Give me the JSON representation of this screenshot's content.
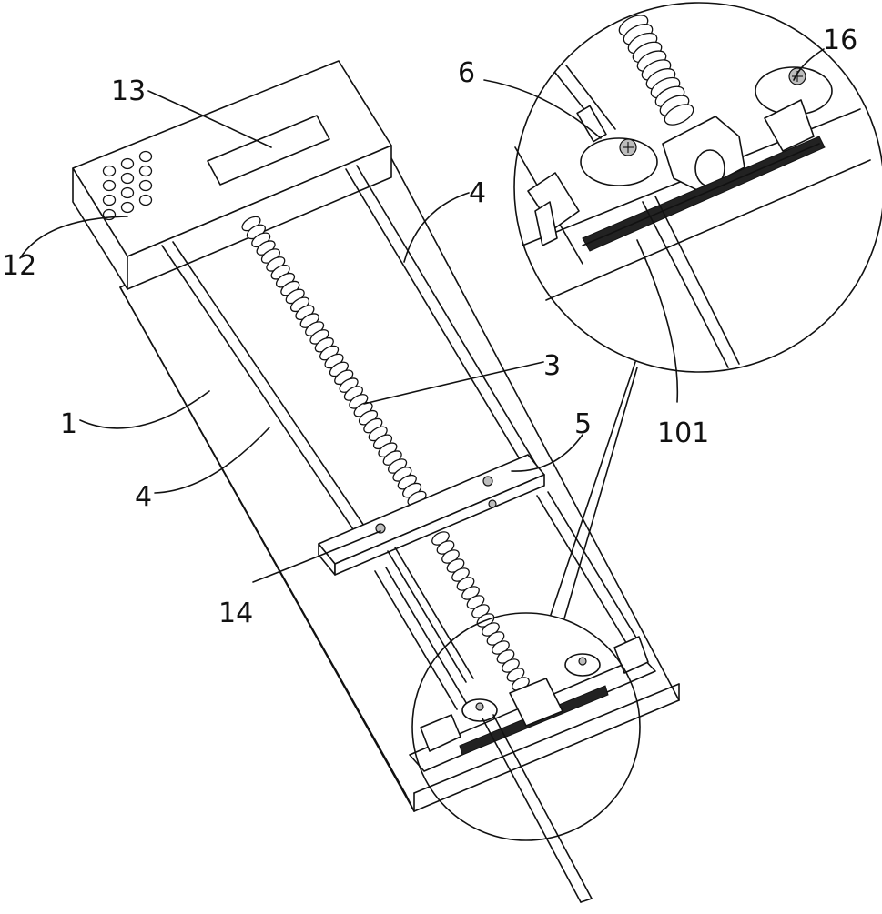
{
  "labels": {
    "l1": "1",
    "l3": "3",
    "l4a": "4",
    "l4b": "4",
    "l5": "5",
    "l6": "6",
    "l12": "12",
    "l13": "13",
    "l14": "14",
    "l16": "16",
    "l101": "101"
  },
  "colors": {
    "line": "#111111",
    "background": "#ffffff",
    "shade": "#bdbdbd"
  }
}
